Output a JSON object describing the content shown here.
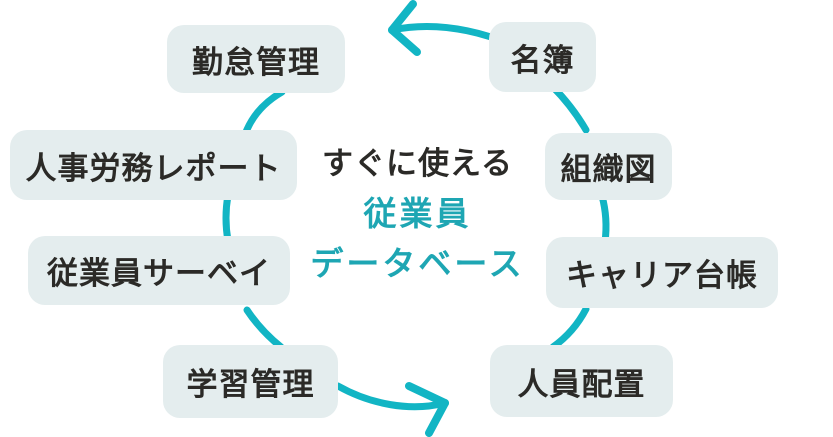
{
  "diagram": {
    "type": "cycle",
    "center": {
      "line1": "すぐに使える",
      "line2": "従業員",
      "line3": "データベース"
    },
    "nodes": [
      {
        "id": "attendance",
        "label": "勤怠管理"
      },
      {
        "id": "roster",
        "label": "名簿"
      },
      {
        "id": "org-chart",
        "label": "組織図"
      },
      {
        "id": "career-ledger",
        "label": "キャリア台帳"
      },
      {
        "id": "staffing",
        "label": "人員配置"
      },
      {
        "id": "learning",
        "label": "学習管理"
      },
      {
        "id": "survey",
        "label": "従業員サーベイ"
      },
      {
        "id": "hr-report",
        "label": "人事労務レポート"
      }
    ],
    "icons": {
      "top": "arrow-left-icon",
      "bottom": "arrow-right-icon"
    },
    "colors": {
      "arc": "#12b5c4",
      "teal_text": "#1ea6b3",
      "node_background": "#e4edee",
      "dark_text": "#2b2a27",
      "background": "#ffffff"
    }
  }
}
